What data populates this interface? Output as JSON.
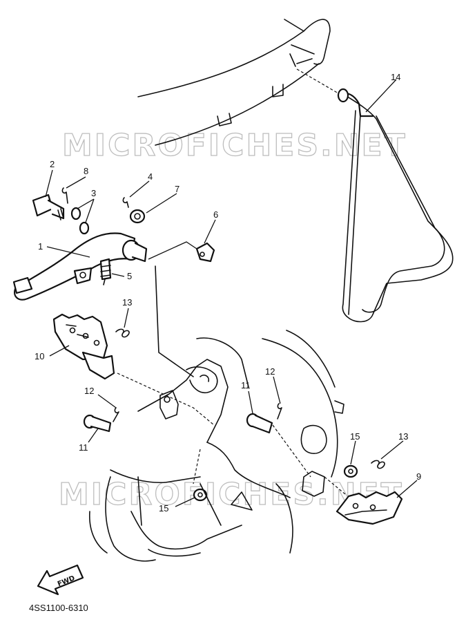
{
  "watermark": "MICROFICHES.NET",
  "diagram_code": "4SS1100-6310",
  "fwd_label": "FWD",
  "callouts": {
    "c1": "1",
    "c2": "2",
    "c3": "3",
    "c4": "4",
    "c5": "5",
    "c6": "6",
    "c7": "7",
    "c8": "8",
    "c9": "9",
    "c10": "10",
    "c11a": "11",
    "c11b": "11",
    "c12a": "12",
    "c12b": "12",
    "c13a": "13",
    "c13b": "13",
    "c14": "14",
    "c15a": "15",
    "c15b": "15"
  }
}
